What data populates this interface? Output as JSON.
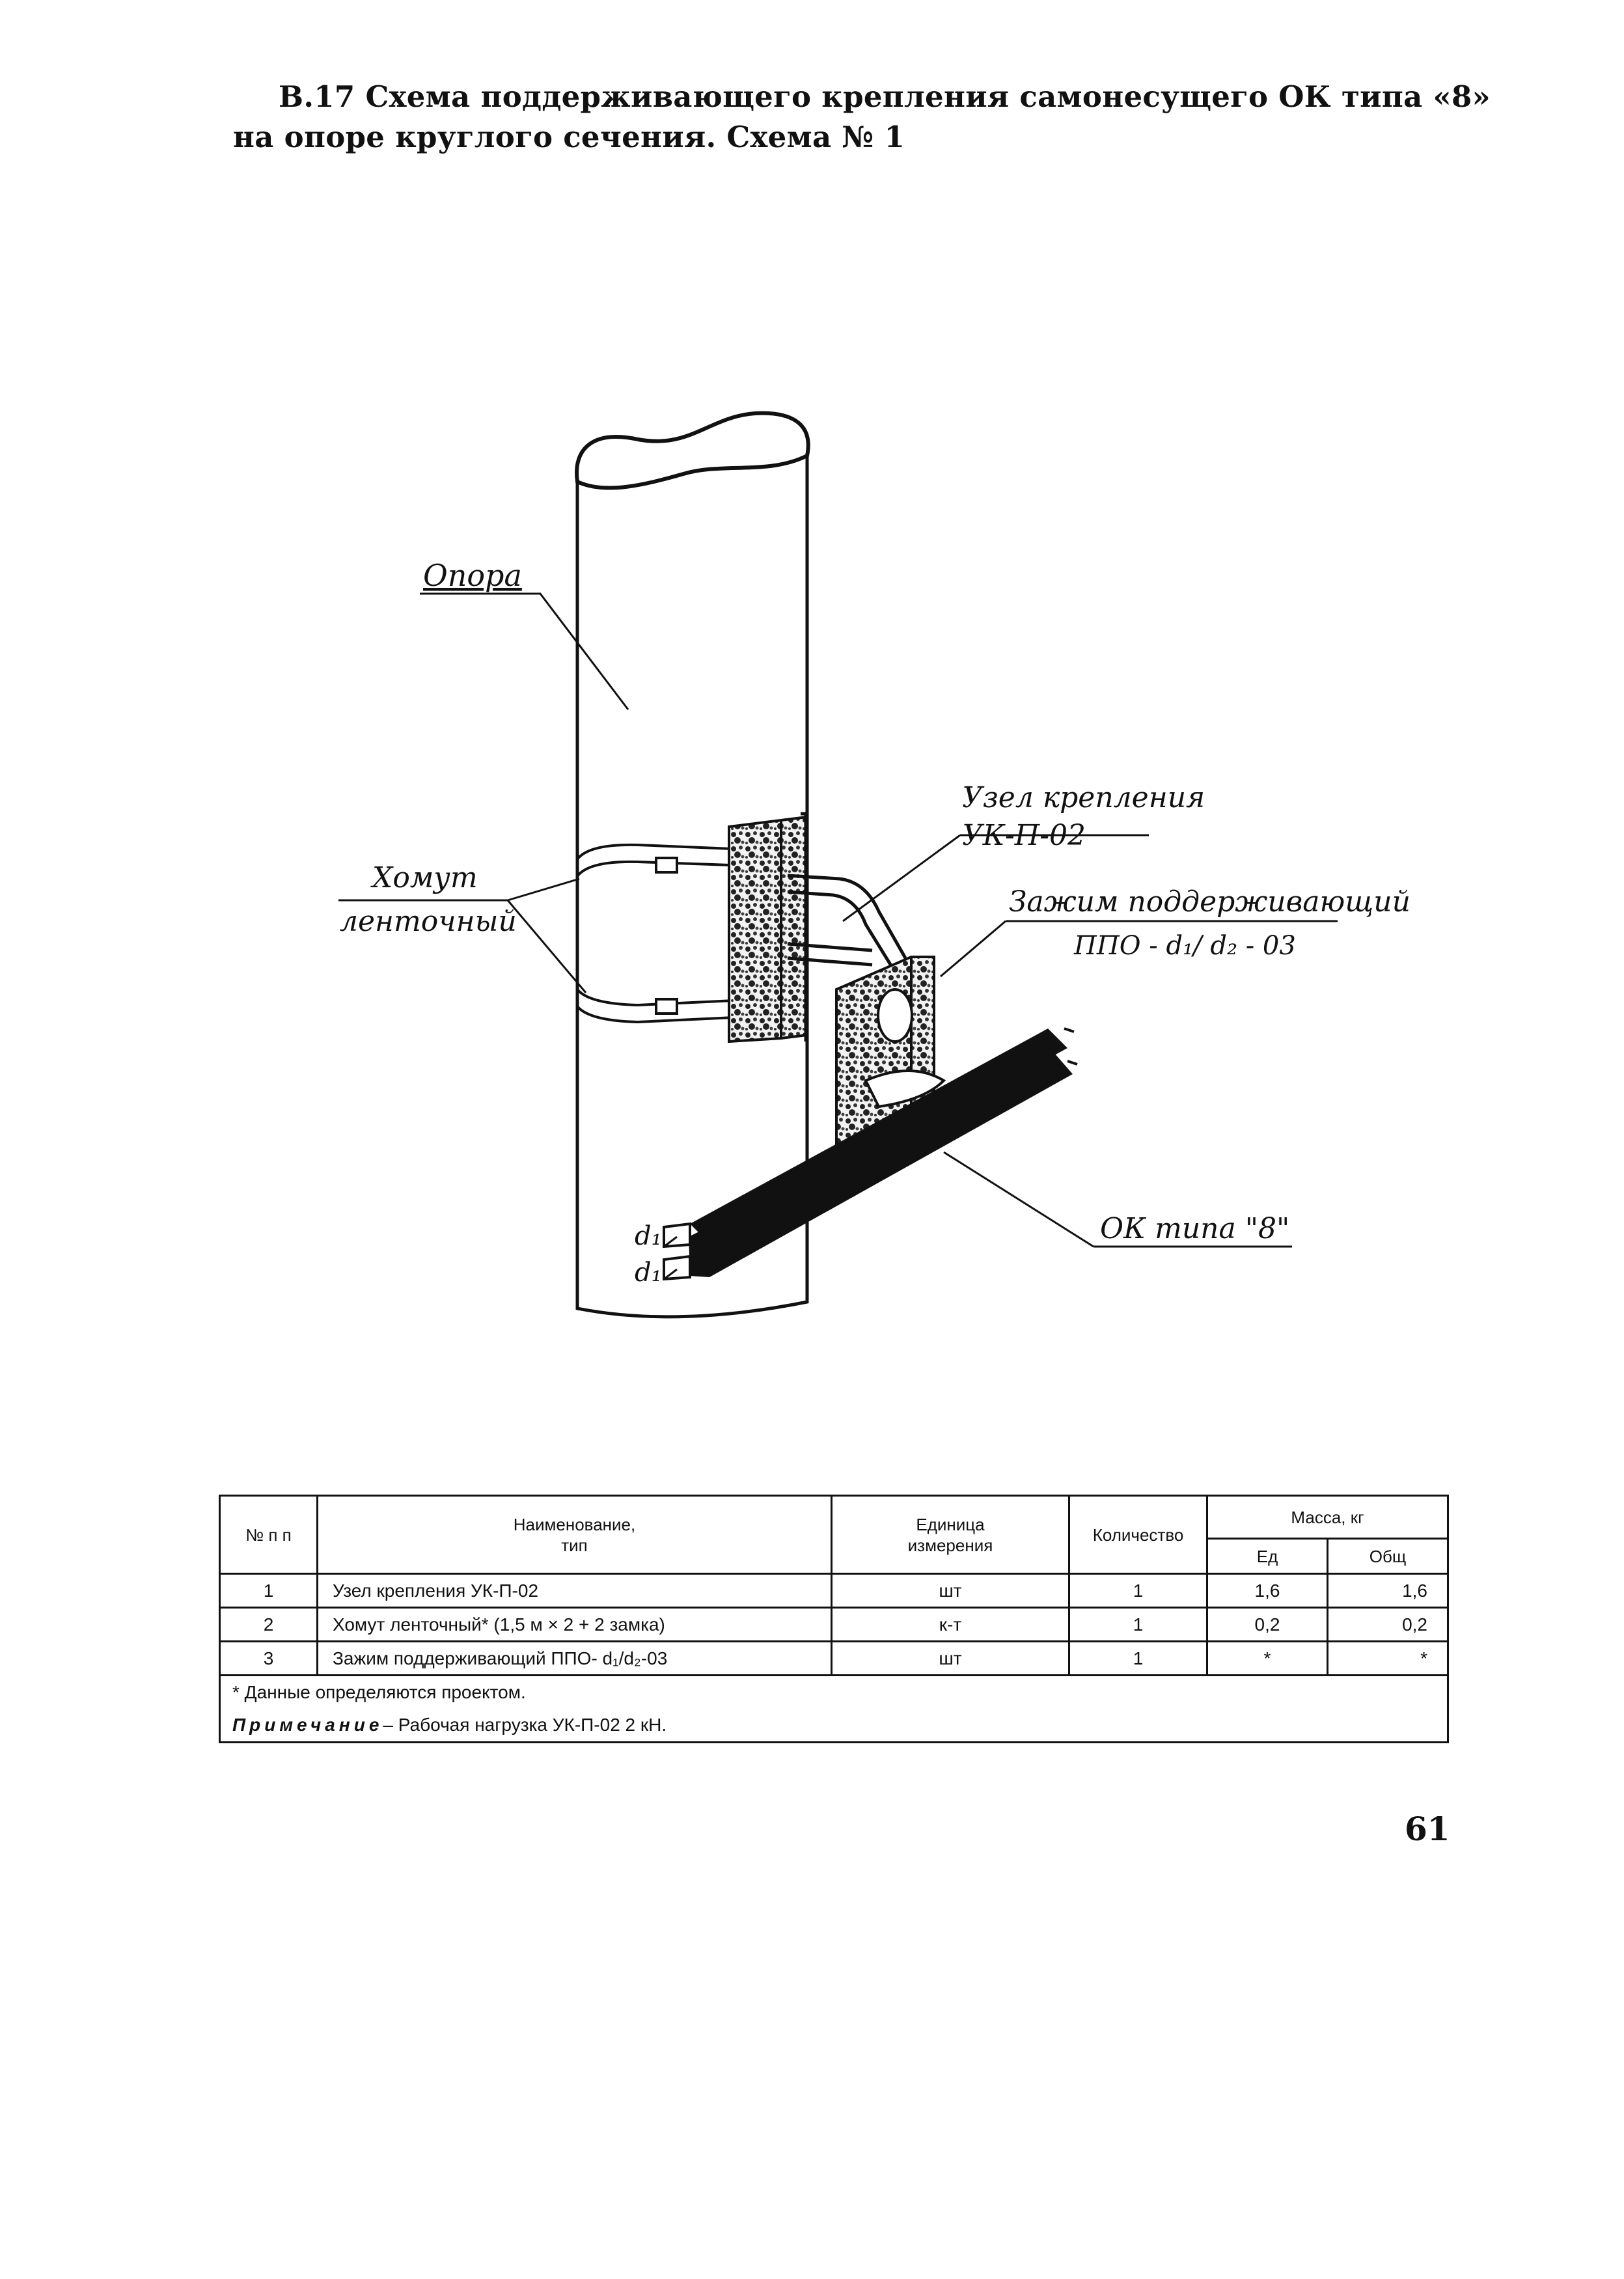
{
  "heading": {
    "line1": "В.17 Схема поддерживающего крепления самонесущего ОК типа «8»",
    "line2": "на опоре круглого сечения. Схема № 1"
  },
  "drawing": {
    "label_pole": "Опора",
    "label_mount_1": "Узел крепления",
    "label_mount_2": "УК-П-02",
    "label_clamp_1": "Хомут",
    "label_clamp_2": "ленточный",
    "label_support_1": "Зажим поддерживающий",
    "label_support_2": "ППО -  d₁/ d₂  - 03",
    "label_cable": "ОК типа \"8\"",
    "label_d1_top": "d₁",
    "label_d1_bottom": "d₁"
  },
  "table": {
    "headers": {
      "num": "№ п п",
      "name_1": "Наименование,",
      "name_2": "тип",
      "unit_1": "Единица",
      "unit_2": "измерения",
      "qty": "Количество",
      "mass": "Масса, кг",
      "mass_unit": "Ед",
      "mass_total": "Общ"
    },
    "rows": [
      {
        "num": "1",
        "name": "Узел крепления УК-П-02",
        "unit": "шт",
        "qty": "1",
        "mass_unit": "1,6",
        "mass_total": "1,6"
      },
      {
        "num": "2",
        "name": "Хомут ленточный* (1,5 м × 2 + 2 замка)",
        "unit": "к-т",
        "qty": "1",
        "mass_unit": "0,2",
        "mass_total": "0,2"
      },
      {
        "num": "3",
        "name": "Зажим поддерживающий ППО- d₁/d₂-03",
        "unit": "шт",
        "qty": "1",
        "mass_unit": "*",
        "mass_total": "*"
      }
    ],
    "footnote": "* Данные определяются проектом.",
    "note_label": "Примечание",
    "note_text": "– Рабочая нагрузка УК-П-02 2 кН."
  },
  "page_number": "61"
}
